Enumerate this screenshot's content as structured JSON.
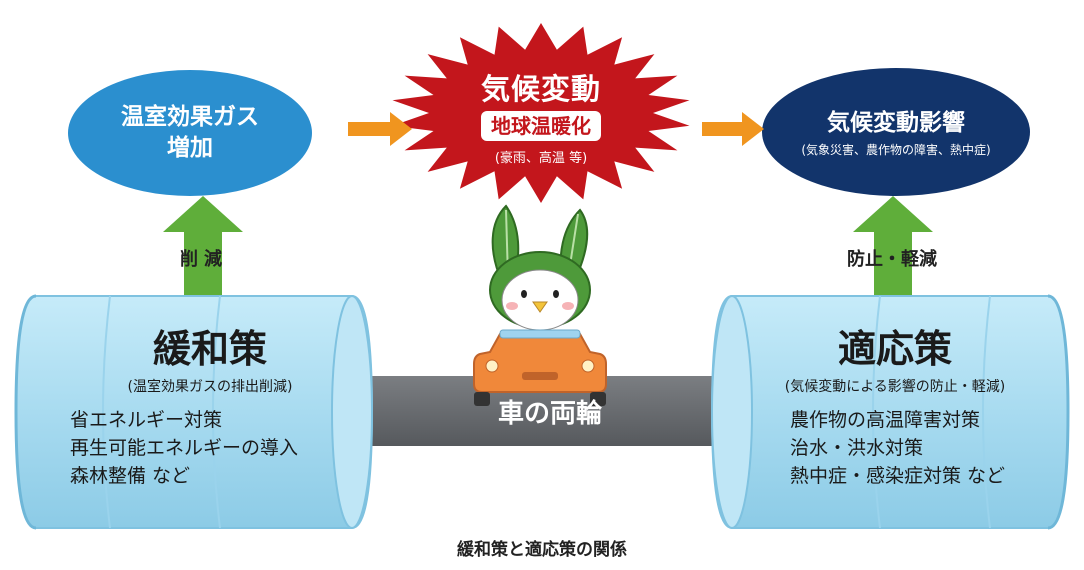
{
  "ghg_node": {
    "line1": "温室効果ガス",
    "line2": "増加"
  },
  "climate_node": {
    "title": "気候変動",
    "badge": "地球温暖化",
    "sub": "(豪雨、高温 等)"
  },
  "impact_node": {
    "title": "気候変動影響",
    "sub": "(気象災害、農作物の障害、熱中症)"
  },
  "arrow_labels": {
    "reduce": "削減",
    "prevent": "防止・軽減"
  },
  "mitigation": {
    "title": "緩和策",
    "sub": "(温室効果ガスの排出削減)",
    "items": [
      "省エネルギー対策",
      "再生可能エネルギーの導入",
      "森林整備 など"
    ]
  },
  "adaptation": {
    "title": "適応策",
    "sub": "(気候変動による影響の防止・軽減)",
    "items": [
      "農作物の高温障害対策",
      "治水・洪水対策",
      "熱中症・感染症対策 など"
    ]
  },
  "axle_label": "車の両輪",
  "caption": "緩和策と適応策の関係",
  "colors": {
    "ghg_blue": "#2b8fcf",
    "impact_navy": "#12346b",
    "burst_red": "#c3161c",
    "arrow_orange": "#f0951f",
    "arrow_green": "#5fae3a",
    "cylinder_blue": "#a9dcf1",
    "axle_gray": "#6a6d71"
  },
  "mascot": "leaf-eared-character-driving-orange-car"
}
